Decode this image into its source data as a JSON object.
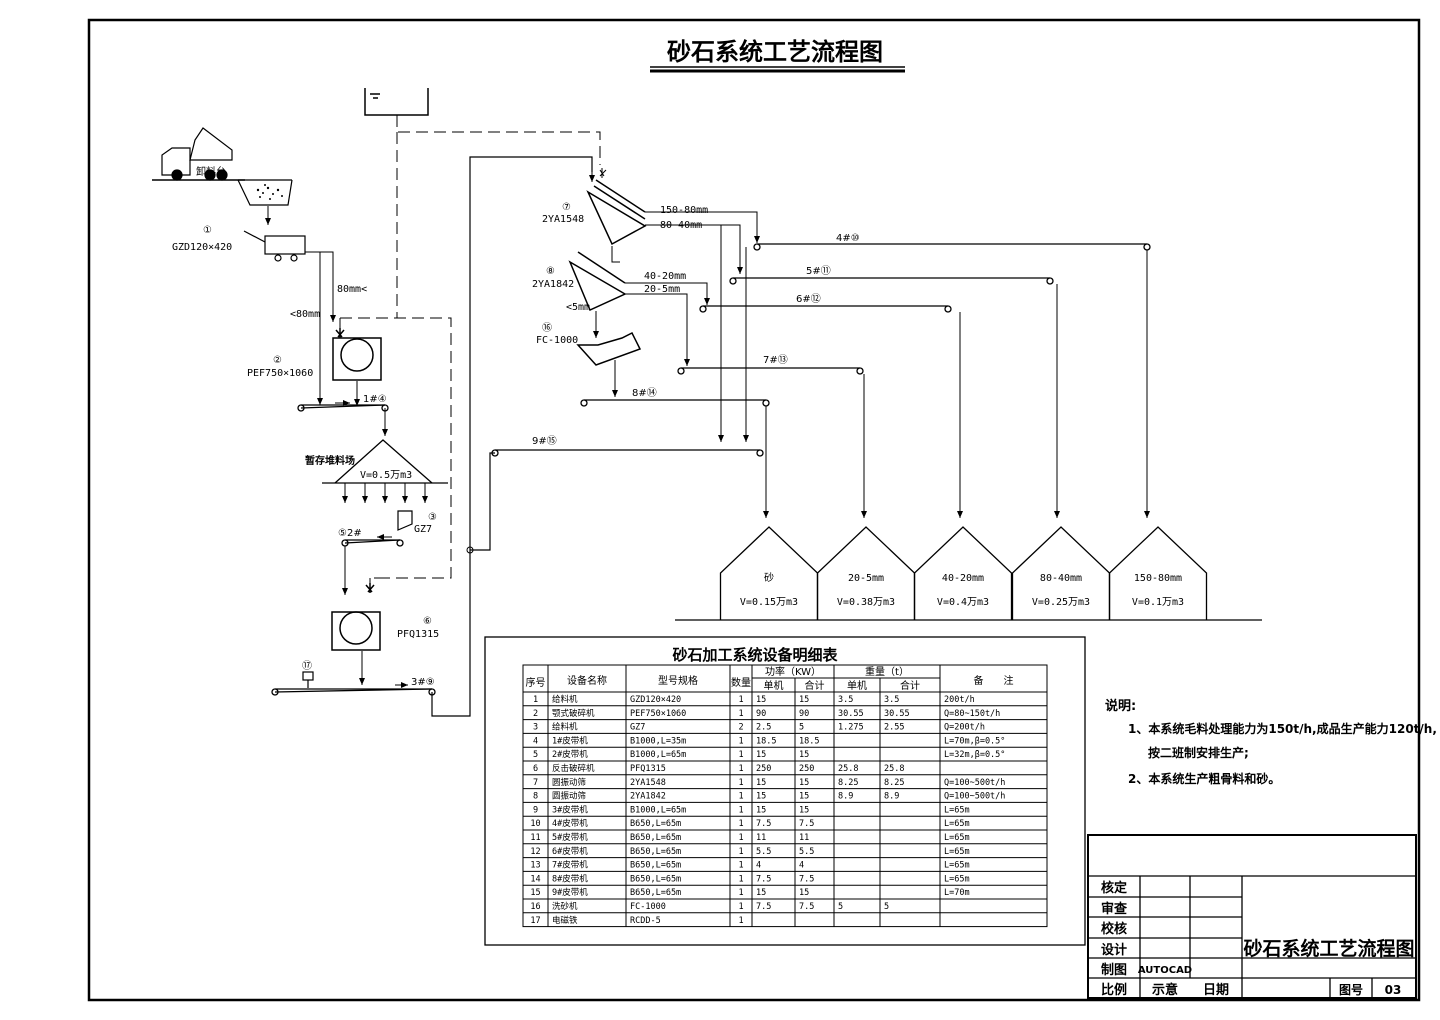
{
  "title": "砂石系统工艺流程图",
  "equipment": {
    "gzd": {
      "num": "①",
      "model": "GZD120×420"
    },
    "pef": {
      "num": "②",
      "model": "PEF750×1060"
    },
    "gz7": {
      "num": "③",
      "model": "GZ7"
    },
    "pfq": {
      "num": "⑥",
      "model": "PFQ1315"
    },
    "zya1548": {
      "num": "⑦",
      "model": "2YA1548"
    },
    "zya1842": {
      "num": "⑧",
      "model": "2YA1842"
    },
    "fc": {
      "num": "⑯",
      "model": "FC-1000"
    },
    "truck_label": "卸料台"
  },
  "flow_labels": {
    "gt80": "80mm<",
    "lt80": "<80mm",
    "c150_80": "150-80mm",
    "c80_40": "80-40mm",
    "c40_20": "40-20mm",
    "c20_5": "20-5mm",
    "lt5": "<5mm",
    "stockpile": "暂存堆料场",
    "stockpile_vol": "V=0.5万m3"
  },
  "conveyors": [
    {
      "label": "1#④"
    },
    {
      "label": "⑤2#"
    },
    {
      "label": "3#⑨"
    },
    {
      "label": "4#⑩"
    },
    {
      "label": "5#⑪"
    },
    {
      "label": "6#⑫"
    },
    {
      "label": "7#⑬"
    },
    {
      "label": "8#⑭"
    },
    {
      "label": "9#⑮"
    },
    {
      "label": "⑰"
    }
  ],
  "bins": [
    {
      "name": "砂",
      "vol": "V=0.15万m3"
    },
    {
      "name": "20-5mm",
      "vol": "V=0.38万m3"
    },
    {
      "name": "40-20mm",
      "vol": "V=0.4万m3"
    },
    {
      "name": "80-40mm",
      "vol": "V=0.25万m3"
    },
    {
      "name": "150-80mm",
      "vol": "V=0.1万m3"
    }
  ],
  "table": {
    "title": "砂石加工系统设备明细表",
    "headers": {
      "seq": "序号",
      "name": "设备名称",
      "model": "型号规格",
      "qty": "数量",
      "power": "功率（KW）",
      "power_unit": "单机",
      "power_total": "合计",
      "weight": "重量（t）",
      "weight_unit": "单机",
      "weight_total": "合计",
      "note": "备　　注"
    },
    "rows": [
      [
        "1",
        "给料机",
        "GZD120×420",
        "1",
        "15",
        "15",
        "3.5",
        "3.5",
        "200t/h"
      ],
      [
        "2",
        "颚式破碎机",
        "PEF750×1060",
        "1",
        "90",
        "90",
        "30.55",
        "30.55",
        "Q=80~150t/h"
      ],
      [
        "3",
        "给料机",
        "GZ7",
        "2",
        "2.5",
        "5",
        "1.275",
        "2.55",
        "Q=200t/h"
      ],
      [
        "4",
        "1#皮带机",
        "B1000,L=35m",
        "1",
        "18.5",
        "18.5",
        "",
        "",
        "L=70m,β=0.5°"
      ],
      [
        "5",
        "2#皮带机",
        "B1000,L=65m",
        "1",
        "15",
        "15",
        "",
        "",
        "L=32m,β=0.5°"
      ],
      [
        "6",
        "反击破碎机",
        "PFQ1315",
        "1",
        "250",
        "250",
        "25.8",
        "25.8",
        ""
      ],
      [
        "7",
        "圆振动筛",
        "2YA1548",
        "1",
        "15",
        "15",
        "8.25",
        "8.25",
        "Q=100~500t/h"
      ],
      [
        "8",
        "圆振动筛",
        "2YA1842",
        "1",
        "15",
        "15",
        "8.9",
        "8.9",
        "Q=100~500t/h"
      ],
      [
        "9",
        "3#皮带机",
        "B1000,L=65m",
        "1",
        "15",
        "15",
        "",
        "",
        "L=65m"
      ],
      [
        "10",
        "4#皮带机",
        "B650,L=65m",
        "1",
        "7.5",
        "7.5",
        "",
        "",
        "L=65m"
      ],
      [
        "11",
        "5#皮带机",
        "B650,L=65m",
        "1",
        "11",
        "11",
        "",
        "",
        "L=65m"
      ],
      [
        "12",
        "6#皮带机",
        "B650,L=65m",
        "1",
        "5.5",
        "5.5",
        "",
        "",
        "L=65m"
      ],
      [
        "13",
        "7#皮带机",
        "B650,L=65m",
        "1",
        "4",
        "4",
        "",
        "",
        "L=65m"
      ],
      [
        "14",
        "8#皮带机",
        "B650,L=65m",
        "1",
        "7.5",
        "7.5",
        "",
        "",
        "L=65m"
      ],
      [
        "15",
        "9#皮带机",
        "B650,L=65m",
        "1",
        "15",
        "15",
        "",
        "",
        "L=70m"
      ],
      [
        "16",
        "洗砂机",
        "FC-1000",
        "1",
        "7.5",
        "7.5",
        "5",
        "5",
        ""
      ],
      [
        "17",
        "电磁铁",
        "RCDD-5",
        "1",
        "",
        "",
        "",
        "",
        ""
      ]
    ]
  },
  "notes": {
    "heading": "说明:",
    "line1": "1、本系统毛料处理能力为150t/h,成品生产能力120t/h,",
    "line1b": "按二班制安排生产;",
    "line2": "2、本系统生产粗骨料和砂。"
  },
  "title_block": {
    "r1": "核定",
    "r2": "审查",
    "r3": "校核",
    "r4": "设计",
    "r5": "制图",
    "r5v": "AUTOCAD",
    "r6a": "比例",
    "r6b": "示意",
    "r6c": "日期",
    "drawing_no_label": "图号",
    "drawing_no": "03",
    "drawing_title": "砂石系统工艺流程图"
  }
}
